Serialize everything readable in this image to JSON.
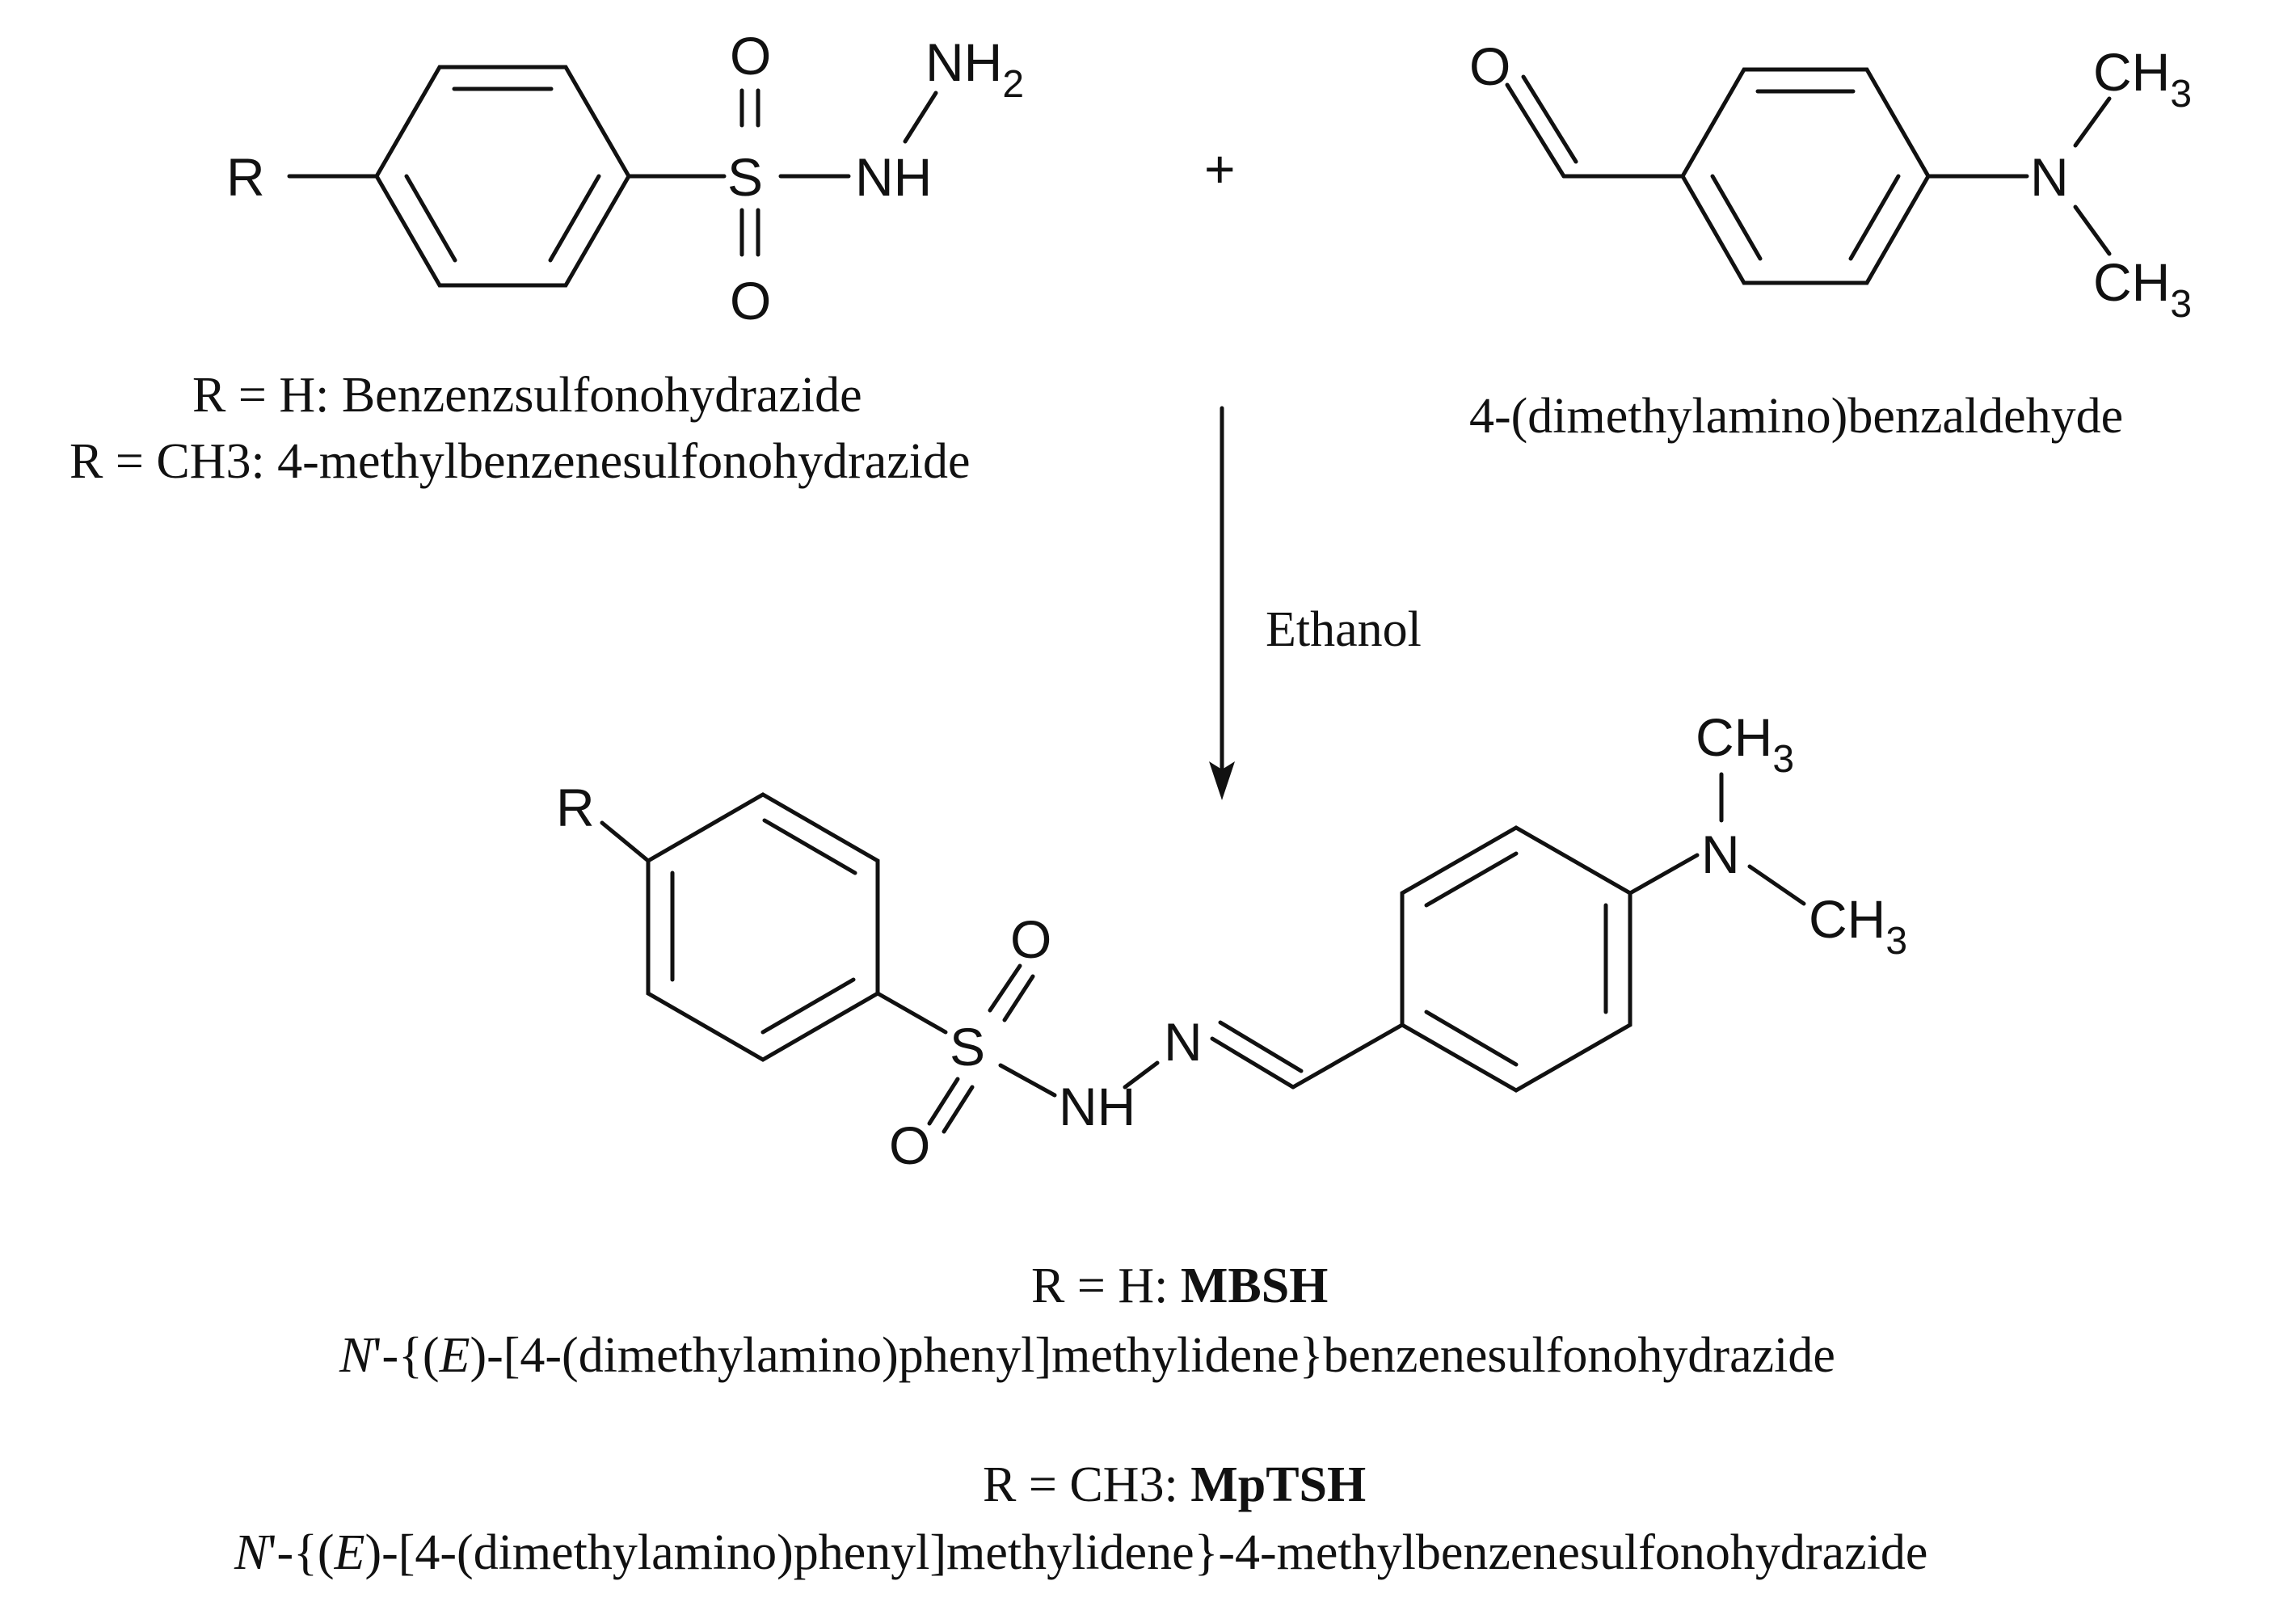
{
  "atoms": {
    "reactant1": {
      "r": "R",
      "s": "S",
      "o_top": "O",
      "o_bottom": "O",
      "n_top": "NH",
      "n_top_sub": "2",
      "n_mid": "NH"
    },
    "plus": "+",
    "reactant2": {
      "o": "O",
      "n": "N",
      "ch_top": "CH",
      "ch_top_sub": "3",
      "ch_bottom": "CH",
      "ch_bottom_sub": "3"
    },
    "product": {
      "r": "R",
      "s": "S",
      "o_top": "O",
      "o_bottom": "O",
      "nh": "NH",
      "n_imine": "N",
      "n_amine": "N",
      "ch_top": "CH",
      "ch_top_sub": "3",
      "ch_right": "CH",
      "ch_right_sub": "3"
    }
  },
  "captions": {
    "reactant1_line1": "R = H: Benzenzsulfonohydrazide",
    "reactant1_line2": "R = CH3: 4-methylbenzenesulfonohydrazide",
    "reactant2": "4-(dimethylamino)benzaldehyde",
    "condition": "Ethanol",
    "mbsh_prefix": "R = H: ",
    "mbsh_code": "MBSH",
    "mbsh_name_n": "N",
    "mbsh_name_a": "'-{(",
    "mbsh_name_e": "E",
    "mbsh_name_b": ")-[4-(dimethylamino)phenyl]methylidene}benzenesulfonohydrazide",
    "mptsh_prefix": "R = CH3: ",
    "mptsh_code": "MpTSH",
    "mptsh_name_n": "N",
    "mptsh_name_a": "'-{(",
    "mptsh_name_e": "E",
    "mptsh_name_b": ")-[4-(dimethylamino)phenyl]methylidene}-4-methylbenzenesulfonohydrazide"
  }
}
